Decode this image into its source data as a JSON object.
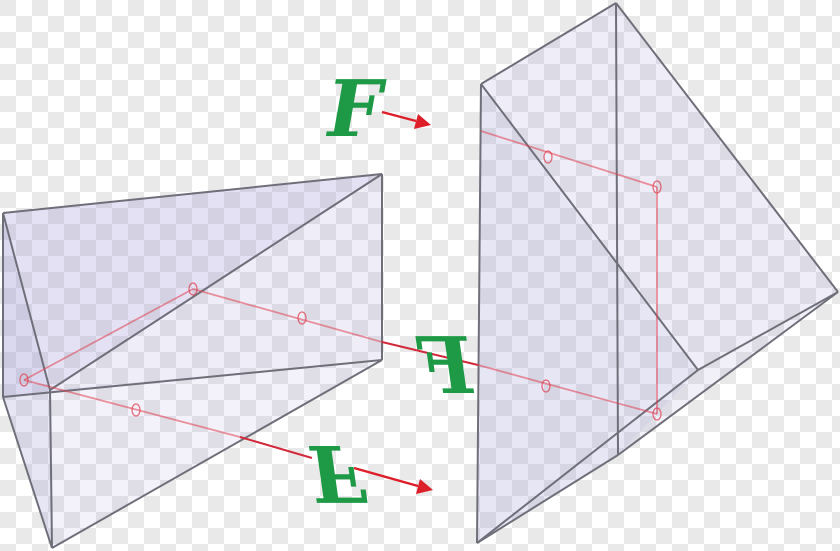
{
  "diagram": {
    "letters": {
      "input": "F",
      "middle": "F",
      "output": "F"
    },
    "colors": {
      "checker_light": "#ffffff",
      "checker_dark": "#e9e9e9",
      "prism_fill": "#9a95d6",
      "prism_edge": "#6f6f7a",
      "beam": "#e04050",
      "arrow": "#dd1f2a",
      "letter": "#1e9a46"
    }
  }
}
